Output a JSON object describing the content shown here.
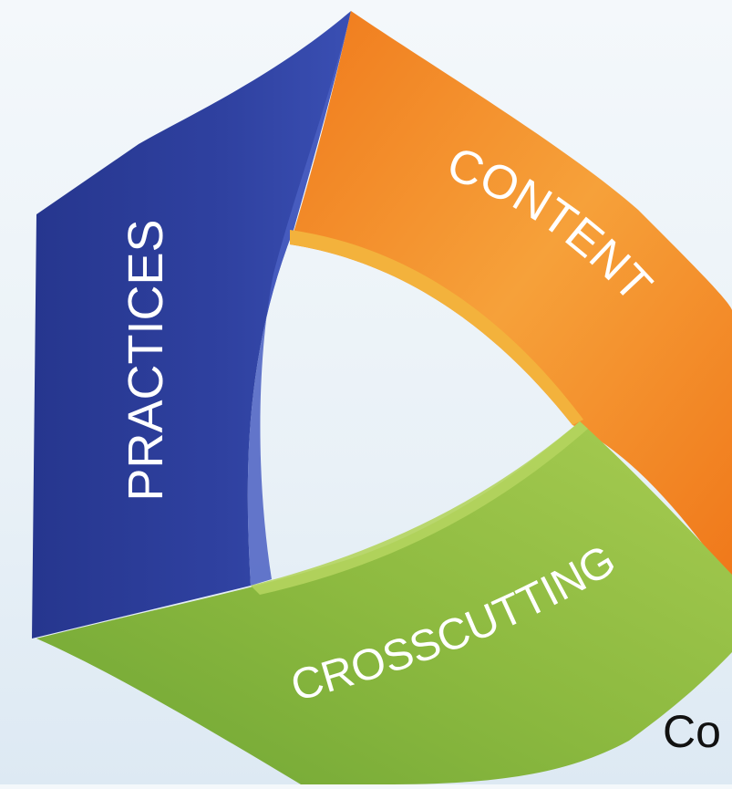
{
  "diagram": {
    "segments": [
      {
        "id": "practices",
        "label": "PRACTICES",
        "color": "#2e3f9b"
      },
      {
        "id": "content",
        "label": "CONTENT",
        "color": "#f28a22"
      },
      {
        "id": "crosscutting",
        "label": "CROSSCUTTING",
        "color": "#84b23c"
      }
    ]
  },
  "caption": "Co",
  "colors": {
    "background": "#eef4f8",
    "practices": "#2e3f9b",
    "content": "#f28a22",
    "crosscutting": "#84b23c"
  }
}
